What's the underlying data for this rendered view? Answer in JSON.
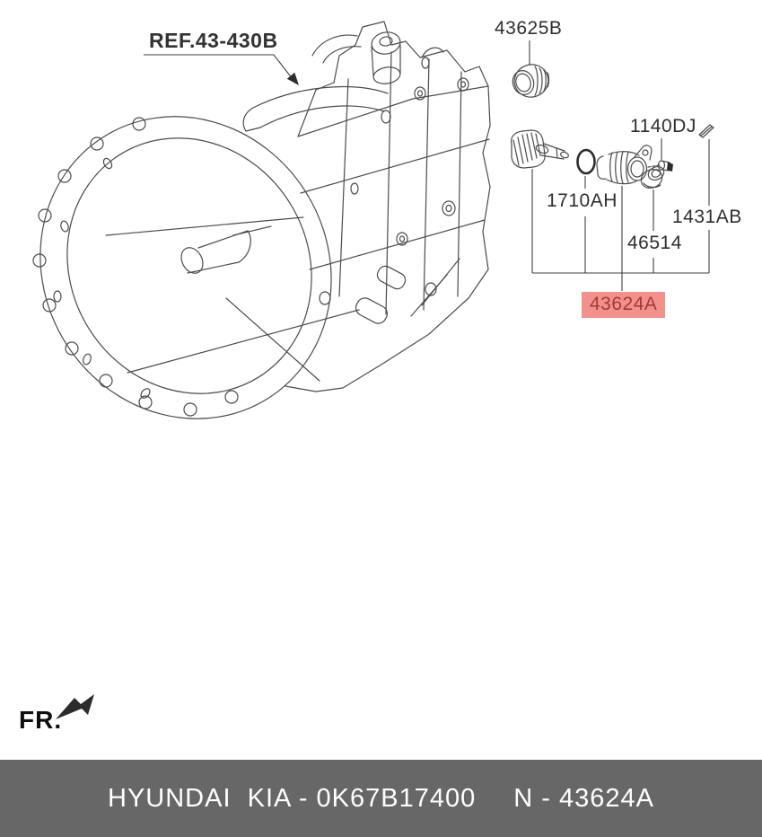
{
  "colors": {
    "highlight-bg": "#f2918c",
    "highlight-text": "#9e3b36",
    "footer-bg": "#666766",
    "footer-text": "#ffffff"
  },
  "diagram": {
    "ref_callout": {
      "label": "REF.43-430B"
    },
    "callouts": [
      {
        "label": "43625B",
        "highlighted": false
      },
      {
        "label": "1140DJ",
        "highlighted": false
      },
      {
        "label": "1710AH",
        "highlighted": false
      },
      {
        "label": "46514",
        "highlighted": false
      },
      {
        "label": "1431AB",
        "highlighted": false
      },
      {
        "label": "43624A",
        "highlighted": true
      }
    ],
    "fr_marker": {
      "label": "FR."
    }
  },
  "footer": {
    "catalog_title": "HYUNDAI  KIA - 0K67B17400",
    "part_ref": "N - 43624A"
  }
}
